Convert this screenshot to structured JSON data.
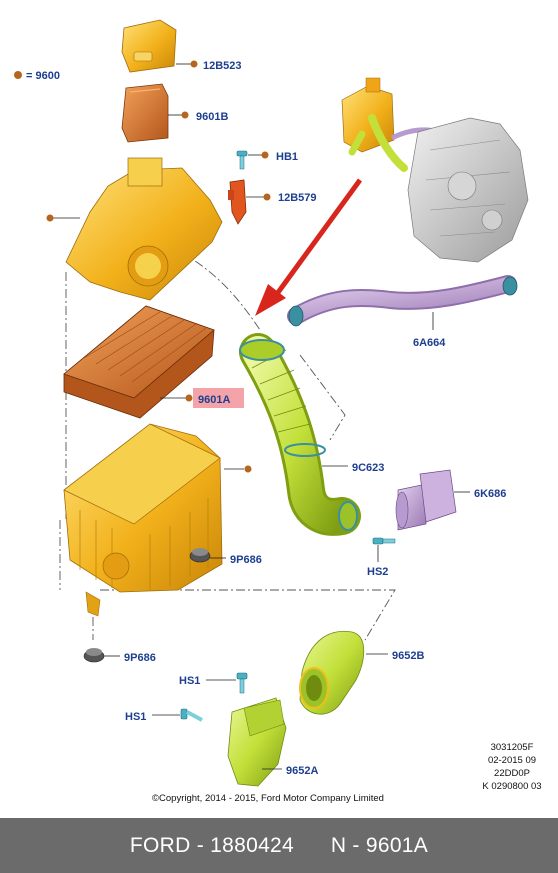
{
  "legend": {
    "dot_label": "= 9600",
    "dot_color": "#b5651d"
  },
  "labels": {
    "p12B523": "12B523",
    "p9601B": "9601B",
    "pHB1": "HB1",
    "p12B579": "12B579",
    "p6A664": "6A664",
    "p9601A": "9601A",
    "p9C623": "9C623",
    "p6K686": "6K686",
    "pHS2": "HS2",
    "p9P686a": "9P686",
    "p9P686b": "9P686",
    "p9652B": "9652B",
    "pHS1a": "HS1",
    "pHS1b": "HS1",
    "p9652A": "9652A"
  },
  "highlight": {
    "label": "9601A",
    "color": "#f4a3a8"
  },
  "meta_block": [
    "3031205F",
    "02-2015 09",
    "22DD0P",
    "K 0290800 03"
  ],
  "copyright": "©Copyright, 2014 - 2015, Ford Motor Company Limited",
  "footer": {
    "left": "FORD - 1880424",
    "right": "N - 9601A"
  },
  "colors": {
    "label": "#1e3f8f",
    "part_yellow": "#f2b11b",
    "hose_green": "#c3e03a",
    "filter_orange": "#d9742a",
    "arrow_red": "#d9261c",
    "footer_bg": "#6b6b6b"
  }
}
